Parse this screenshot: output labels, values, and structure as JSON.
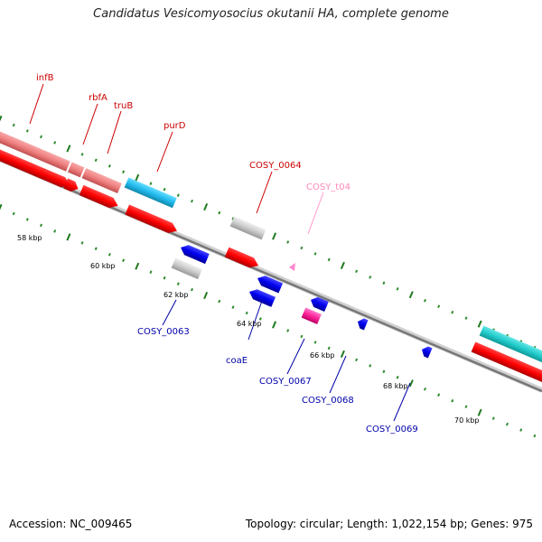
{
  "title": "Candidatus Vesicomyosocius okutanii HA, complete genome",
  "footer": {
    "accession": "Accession: NC_009465",
    "summary": "Topology: circular; Length: 1,022,154 bp; Genes: 975"
  },
  "colors": {
    "backbone": "#8a8a8a",
    "tick_major": "#1f7a1f",
    "tick_minor": "#2e8b2e",
    "gene_red": "#ff0000",
    "gene_red_dark": "#b30000",
    "gene_pink": "#f08080",
    "gene_blue": "#0000ff",
    "gene_cyan": "#33ccee",
    "gene_grey": "#c8c8c8",
    "gene_magenta": "#ff33aa",
    "label_red": "#cc0000",
    "label_blue": "#0000aa",
    "label_pink": "#ff88bb"
  },
  "scale_labels": [
    "58 kbp",
    "60 kbp",
    "62 kbp",
    "64 kbp",
    "66 kbp",
    "68 kbp",
    "70 kbp"
  ],
  "gene_labels": {
    "infB": "infB",
    "rbfA": "rbfA",
    "truB": "truB",
    "purD": "purD",
    "cosy0064": "COSY_0064",
    "cosyT04": "COSY_t04",
    "cosy0063": "COSY_0063",
    "coaE": "coaE",
    "cosy0067": "COSY_0067",
    "cosy0068": "COSY_0068",
    "cosy0069": "COSY_0069"
  }
}
